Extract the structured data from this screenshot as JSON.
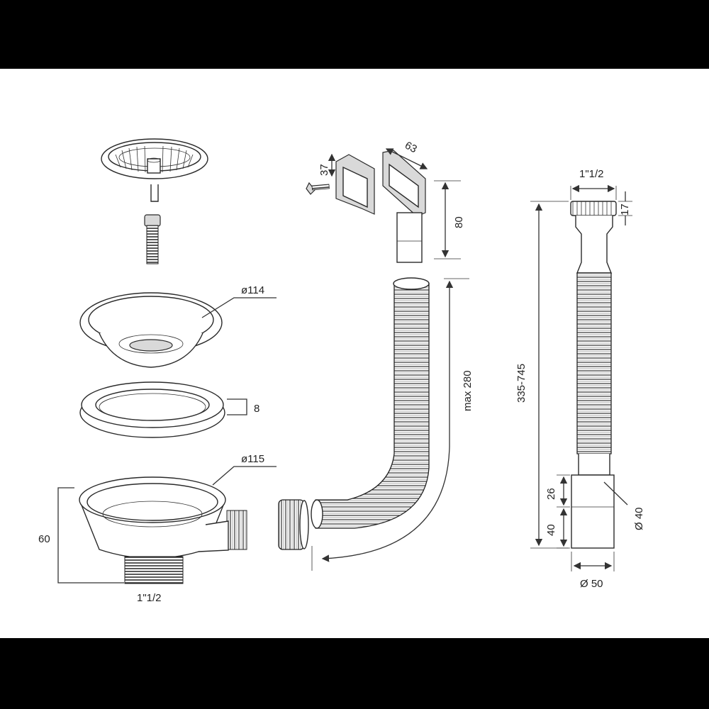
{
  "dimensions": {
    "strainer_ring_diameter": "ø114",
    "gasket_height": "8",
    "basket_diameter": "ø115",
    "basket_height": "60",
    "basket_thread": "1\"1/2",
    "overflow_height": "37",
    "overflow_width": "63",
    "overflow_depth": "80",
    "hose_length": "max 280",
    "pipe_thread": "1\"1/2",
    "pipe_nut_height": "17",
    "pipe_length": "335-745",
    "pipe_segment_upper": "26",
    "pipe_segment_lower": "40",
    "pipe_inner_diameter": "Ø 40",
    "pipe_outer_diameter": "Ø 50"
  }
}
